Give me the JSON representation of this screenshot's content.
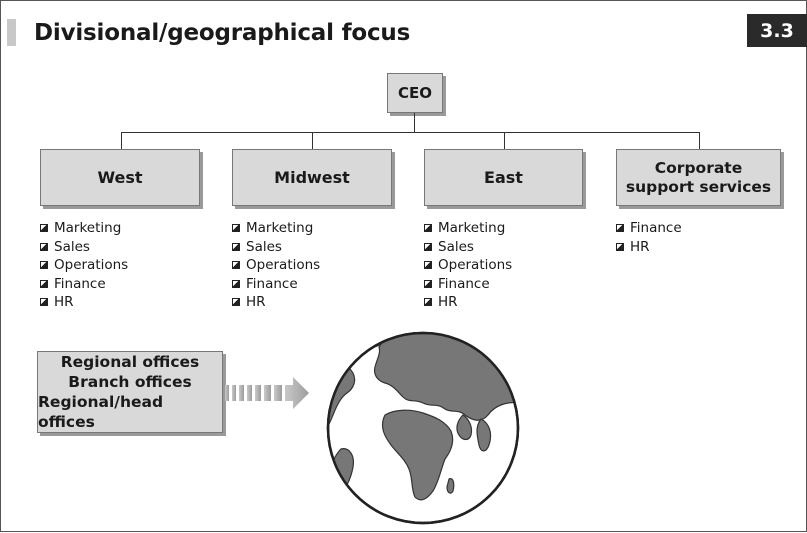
{
  "figure": {
    "title": "Divisional/geographical focus",
    "number": "3.3"
  },
  "org_chart": {
    "root": "CEO",
    "divisions": [
      {
        "name": "West",
        "functions": [
          "Marketing",
          "Sales",
          "Operations",
          "Finance",
          "HR"
        ]
      },
      {
        "name": "Midwest",
        "functions": [
          "Marketing",
          "Sales",
          "Operations",
          "Finance",
          "HR"
        ]
      },
      {
        "name": "East",
        "functions": [
          "Marketing",
          "Sales",
          "Operations",
          "Finance",
          "HR"
        ]
      },
      {
        "name": "Corporate support services",
        "functions": [
          "Finance",
          "HR"
        ]
      }
    ]
  },
  "offices": {
    "lines": [
      "Regional offices",
      "Branch offices",
      "Regional/head offices"
    ]
  },
  "icons": {
    "arrow": "arrow-right-icon",
    "globe": "globe-icon",
    "bullet": "bullet-icon"
  },
  "colors": {
    "box_fill": "#d9d9d9",
    "box_shadow": "#9a9a9a",
    "badge": "#2a2a2a",
    "globe_land": "#777777"
  }
}
